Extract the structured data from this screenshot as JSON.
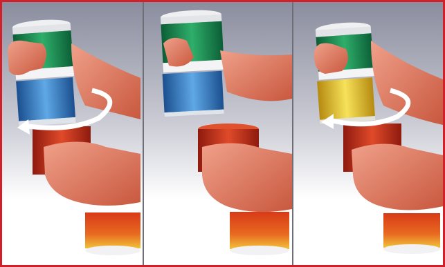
{
  "figure": {
    "frame_color": "#d0202a",
    "divider_color": "#6e6e78",
    "background_gradient": [
      "#8a8d9e",
      "#c9cad3",
      "#ffffff"
    ],
    "skin_color": "#e8826a",
    "panels": [
      {
        "step": 1,
        "action": "twist-apart",
        "modules_top": [
          "green",
          "blue"
        ],
        "modules_bottom": [
          "red",
          "orange-yellow"
        ],
        "arrow": "rotate-icon"
      },
      {
        "step": 2,
        "action": "separated",
        "modules_top": [
          "green",
          "blue"
        ],
        "modules_bottom": [
          "red",
          "orange-yellow"
        ],
        "arrow": null
      },
      {
        "step": 3,
        "action": "twist-together",
        "modules_top": [
          "green",
          "yellow"
        ],
        "modules_bottom": [
          "red",
          "orange-yellow"
        ],
        "arrow": "rotate-icon"
      }
    ]
  }
}
